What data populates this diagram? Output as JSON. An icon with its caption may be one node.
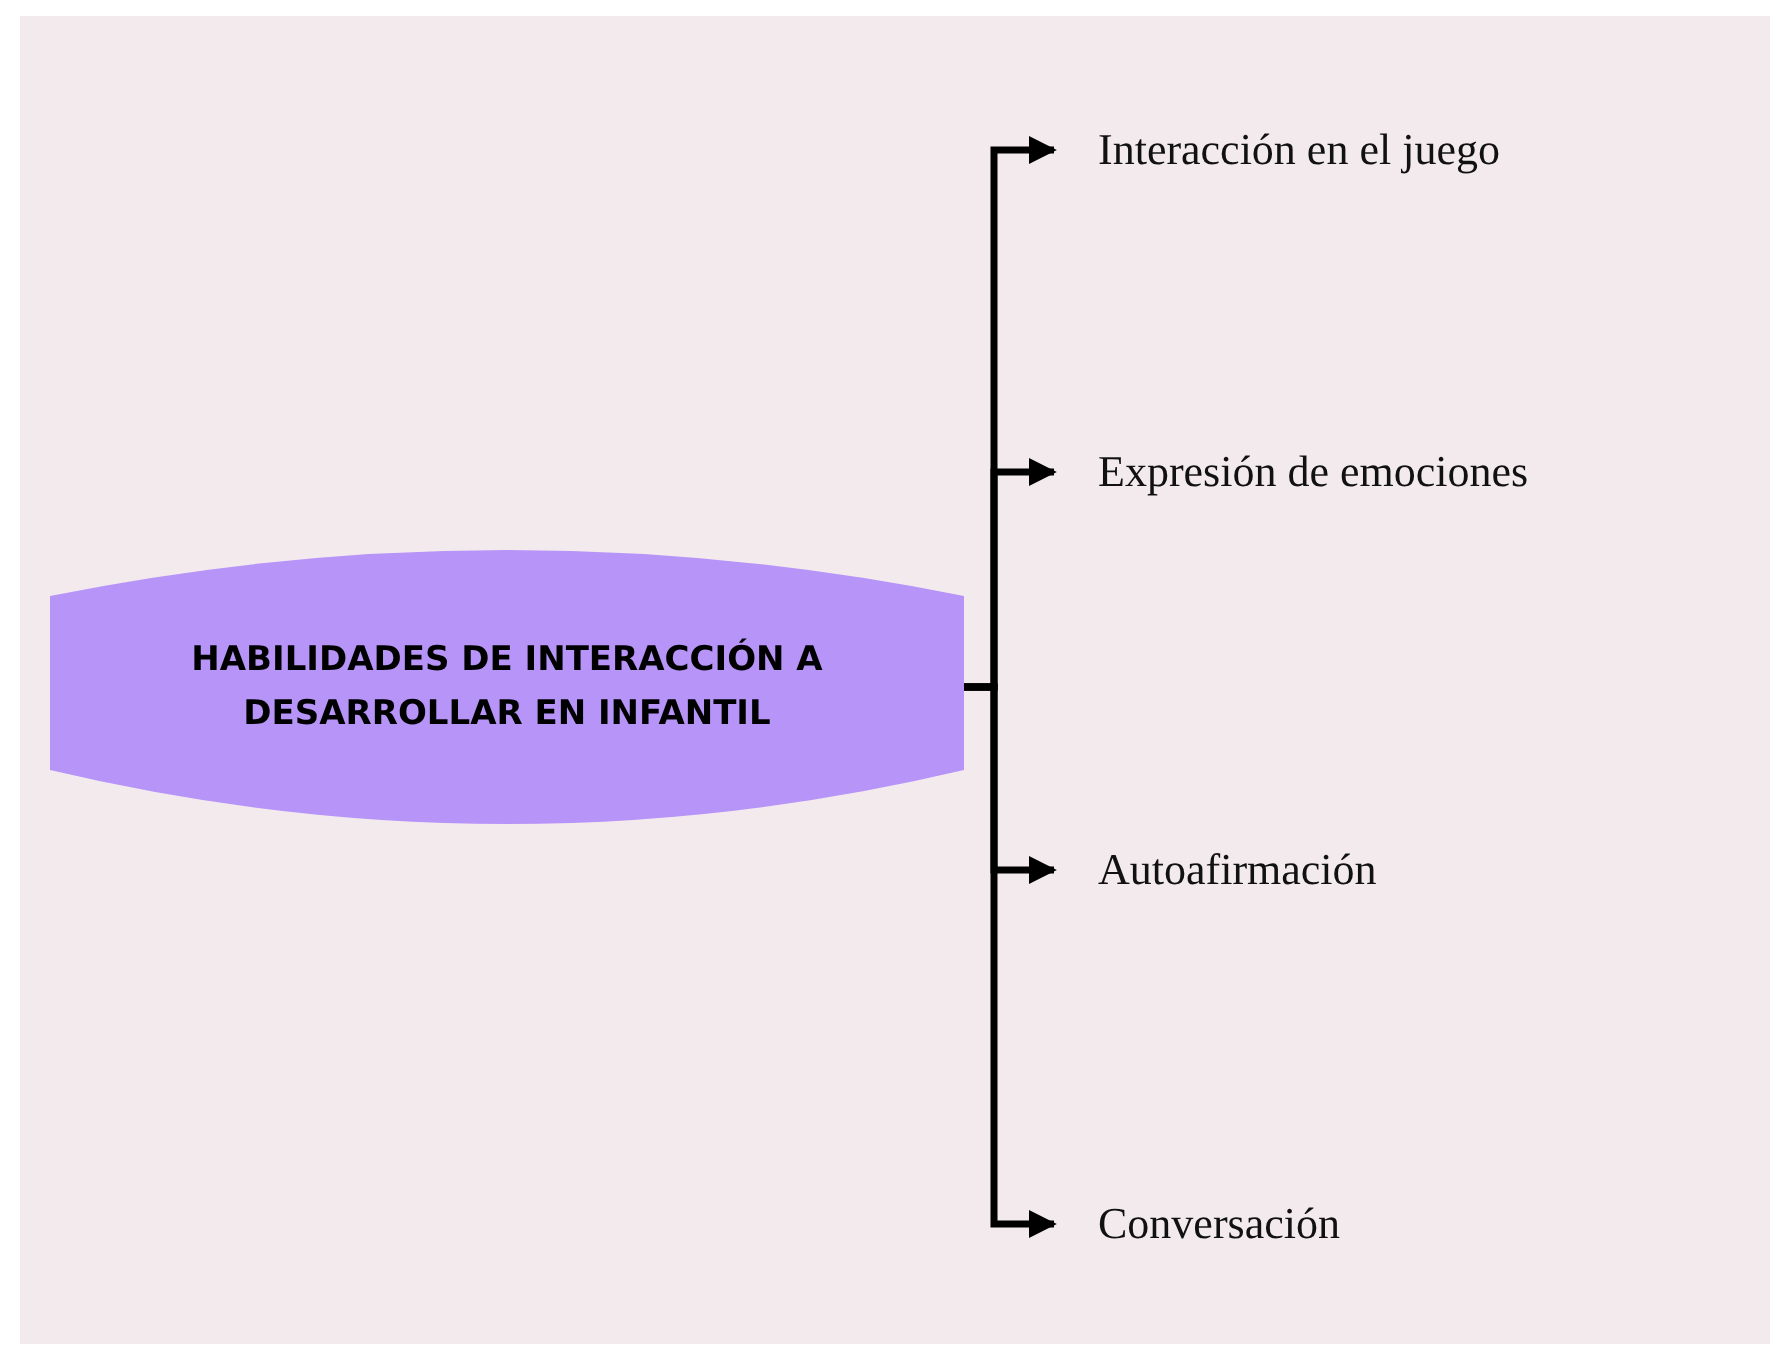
{
  "diagram": {
    "nodes": [
      {
        "text": [
          "HABILIDADES DE INTERACCIÓN A DESARROLLAR EN INFANTIL"
        ]
      },
      {
        "text": [
          "Interacción en el juego"
        ]
      },
      {
        "text": [
          "Expresión de emociones"
        ]
      },
      {
        "text": [
          "Autoafirmación"
        ]
      },
      {
        "text": [
          "Conversación"
        ]
      }
    ],
    "edges": [
      {
        "from": 0,
        "to": 1,
        "arrow": "to"
      },
      {
        "from": 0,
        "to": 2,
        "arrow": "to"
      },
      {
        "from": 0,
        "to": 3,
        "arrow": "to"
      },
      {
        "from": 0,
        "to": 4,
        "arrow": "to"
      }
    ]
  }
}
